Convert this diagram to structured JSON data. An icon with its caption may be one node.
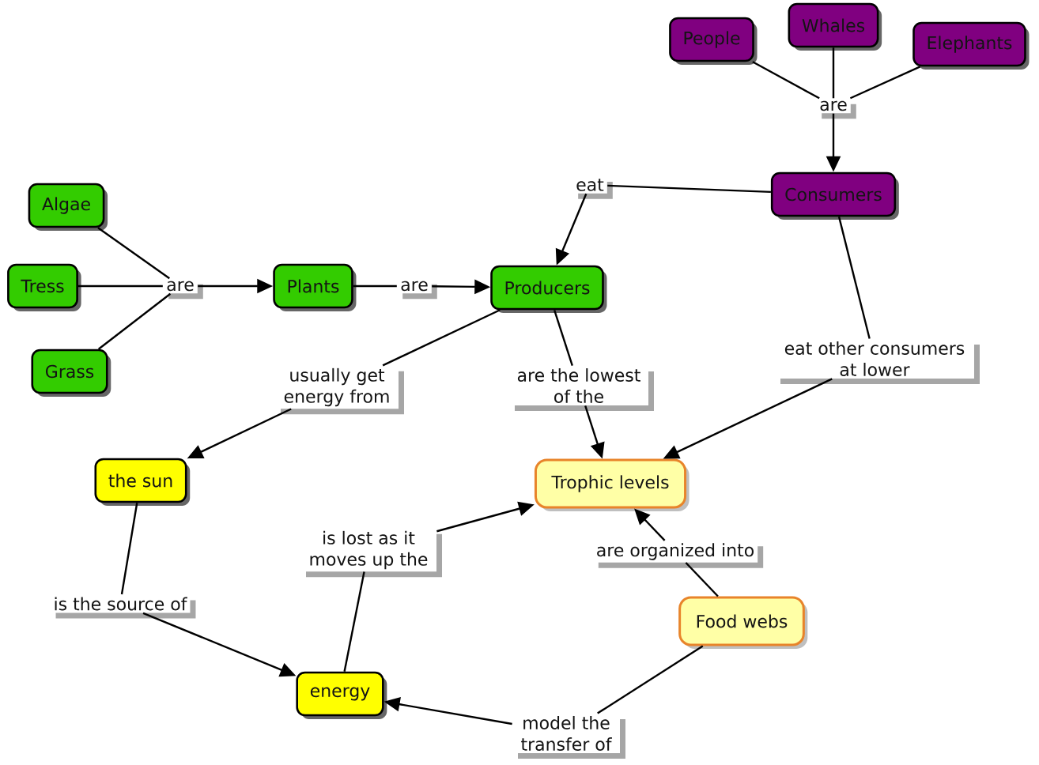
{
  "diagram": {
    "nodes": [
      {
        "text": [
          "People"
        ]
      },
      {
        "text": [
          "Whales"
        ]
      },
      {
        "text": [
          "Elephants"
        ]
      },
      {
        "text": [
          "are"
        ]
      },
      {
        "text": [
          "Consumers"
        ]
      },
      {
        "text": [
          "eat"
        ]
      },
      {
        "text": [
          "Algae"
        ]
      },
      {
        "text": [
          "Tress"
        ]
      },
      {
        "text": [
          "are"
        ]
      },
      {
        "text": [
          "Plants"
        ]
      },
      {
        "text": [
          "are"
        ]
      },
      {
        "text": [
          "Producers"
        ]
      },
      {
        "text": [
          "Grass"
        ]
      },
      {
        "text": [
          "usually get energy from"
        ]
      },
      {
        "text": [
          "are the lowest of the"
        ]
      },
      {
        "text": [
          "eat other consumers at lower"
        ]
      },
      {
        "text": [
          "the sun"
        ]
      },
      {
        "text": [
          "Trophic levels"
        ]
      },
      {
        "text": [
          "is lost as it moves up the"
        ]
      },
      {
        "text": [
          "are organized into"
        ]
      },
      {
        "text": [
          "is the source of"
        ]
      },
      {
        "text": [
          "Food webs"
        ]
      },
      {
        "text": [
          "energy"
        ]
      },
      {
        "text": [
          "model the transfer of"
        ]
      }
    ],
    "edges": [
      {
        "from": 0,
        "to": 3,
        "arrow": "none"
      },
      {
        "from": 1,
        "to": 3,
        "arrow": "none"
      },
      {
        "from": 2,
        "to": 3,
        "arrow": "none"
      },
      {
        "from": 3,
        "to": 4,
        "arrow": "to"
      },
      {
        "from": 4,
        "to": 5,
        "arrow": "none"
      },
      {
        "from": 5,
        "to": 11,
        "arrow": "to"
      },
      {
        "from": 4,
        "to": 15,
        "arrow": "none"
      },
      {
        "from": 15,
        "to": 17,
        "arrow": "to"
      },
      {
        "from": 6,
        "to": 8,
        "arrow": "none"
      },
      {
        "from": 7,
        "to": 8,
        "arrow": "none"
      },
      {
        "from": 12,
        "to": 8,
        "arrow": "none"
      },
      {
        "from": 8,
        "to": 9,
        "arrow": "to"
      },
      {
        "from": 9,
        "to": 10,
        "arrow": "none"
      },
      {
        "from": 10,
        "to": 11,
        "arrow": "to"
      },
      {
        "from": 11,
        "to": 13,
        "arrow": "none"
      },
      {
        "from": 13,
        "to": 16,
        "arrow": "to"
      },
      {
        "from": 11,
        "to": 14,
        "arrow": "none"
      },
      {
        "from": 14,
        "to": 17,
        "arrow": "to"
      },
      {
        "from": 16,
        "to": 20,
        "arrow": "none"
      },
      {
        "from": 20,
        "to": 22,
        "arrow": "to"
      },
      {
        "from": 22,
        "to": 18,
        "arrow": "none"
      },
      {
        "from": 18,
        "to": 17,
        "arrow": "to"
      },
      {
        "from": 21,
        "to": 19,
        "arrow": "none"
      },
      {
        "from": 19,
        "to": 17,
        "arrow": "to"
      },
      {
        "from": 21,
        "to": 23,
        "arrow": "none"
      },
      {
        "from": 23,
        "to": 22,
        "arrow": "to"
      }
    ]
  }
}
